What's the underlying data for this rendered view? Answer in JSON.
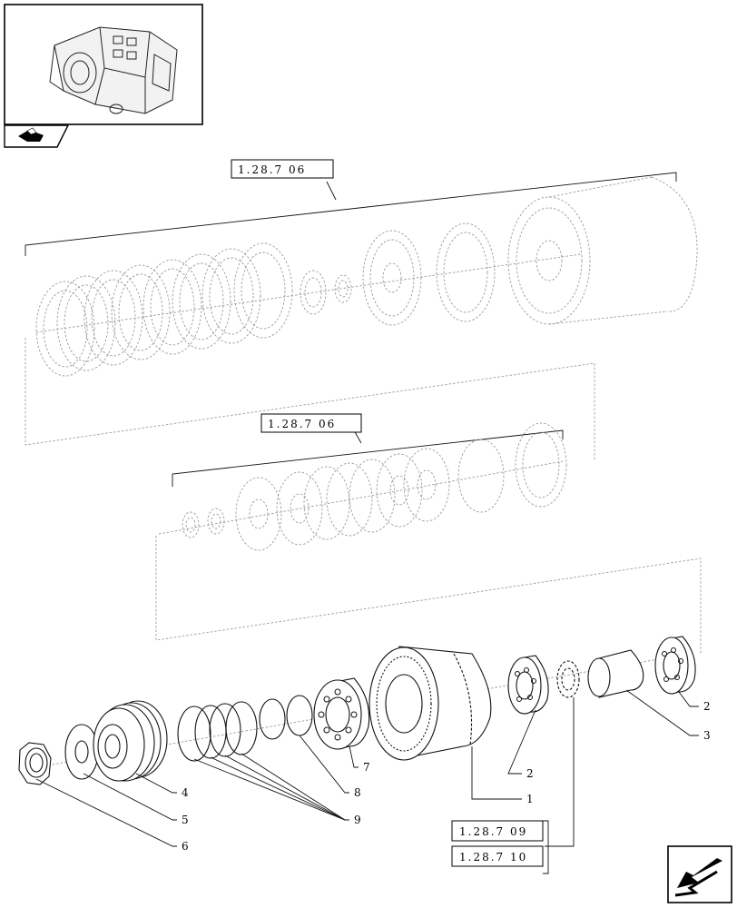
{
  "references": {
    "upper": "1.28.7 06",
    "middle": "1.28.7 06",
    "lower_a": "1.28.7 09",
    "lower_b": "1.28.7 10"
  },
  "callouts": {
    "c1": "1",
    "c2a": "2",
    "c2b": "2",
    "c3": "3",
    "c4": "4",
    "c5": "5",
    "c6": "6",
    "c7": "7",
    "c8": "8",
    "c9": "9"
  },
  "icons": {
    "thumbnail": "transmission-housing-thumbnail",
    "nav_small": "book-page-icon",
    "nav_large": "back-arrow-icon"
  }
}
